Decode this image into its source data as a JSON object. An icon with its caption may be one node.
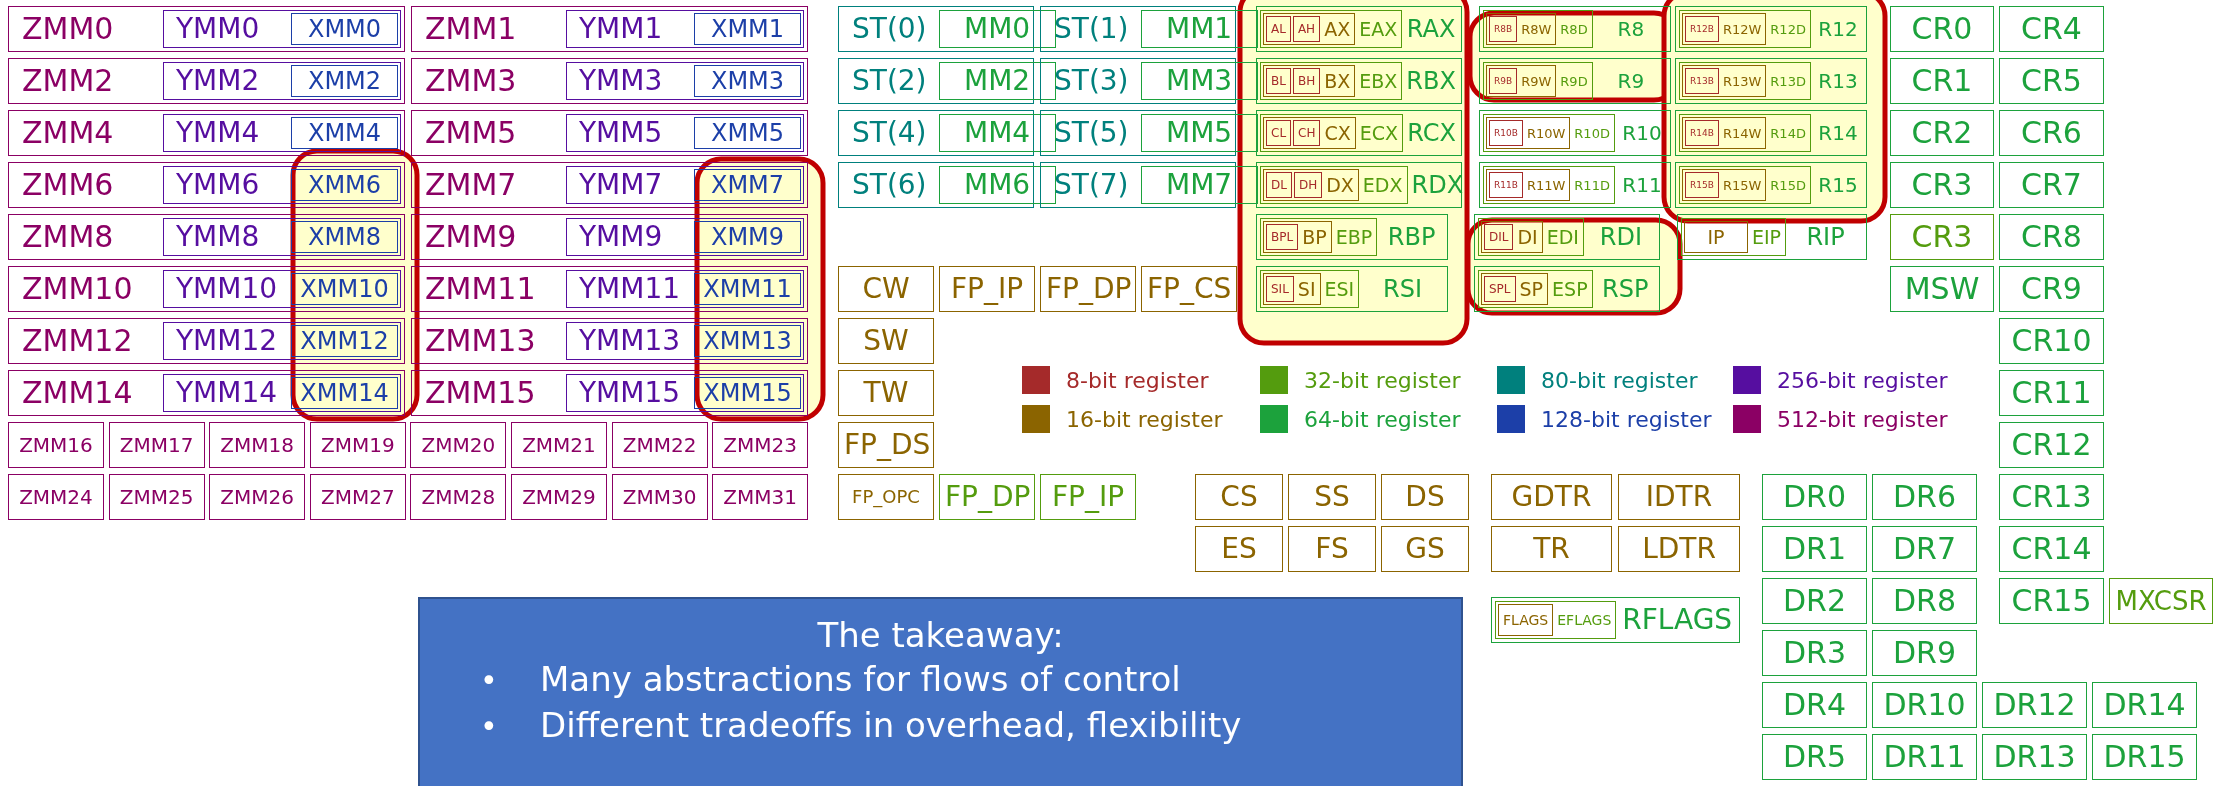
{
  "diagram": {
    "nodes": [
      {
        "text": [
          "ZMM0"
        ]
      },
      {
        "text": [
          "YMM0"
        ],
        "in": 0
      },
      {
        "text": [
          "XMM0"
        ],
        "in": 1
      },
      {
        "text": [
          "ZMM1"
        ]
      },
      {
        "text": [
          "YMM1"
        ],
        "in": 3
      },
      {
        "text": [
          "XMM1"
        ],
        "in": 4
      },
      {
        "text": [
          "ZMM2"
        ]
      },
      {
        "text": [
          "YMM2"
        ],
        "in": 6
      },
      {
        "text": [
          "XMM2"
        ],
        "in": 7
      },
      {
        "text": [
          "ZMM3"
        ]
      },
      {
        "text": [
          "YMM3"
        ],
        "in": 9
      },
      {
        "text": [
          "XMM3"
        ],
        "in": 10
      },
      {
        "text": [
          "ZMM4"
        ]
      },
      {
        "text": [
          "YMM4"
        ],
        "in": 12
      },
      {
        "text": [
          "XMM4"
        ],
        "in": 13
      },
      {
        "text": [
          "ZMM5"
        ]
      },
      {
        "text": [
          "YMM5"
        ],
        "in": 15
      },
      {
        "text": [
          "XMM5"
        ],
        "in": 16
      },
      {
        "text": [
          "ZMM6"
        ]
      },
      {
        "text": [
          "YMM6"
        ],
        "in": 18
      },
      {
        "text": [
          "XMM6"
        ],
        "in": 19
      },
      {
        "text": [
          "ZMM7"
        ]
      },
      {
        "text": [
          "YMM7"
        ],
        "in": 21
      },
      {
        "text": [
          "XMM7"
        ],
        "in": 22
      },
      {
        "text": [
          "ZMM8"
        ]
      },
      {
        "text": [
          "YMM8"
        ],
        "in": 24
      },
      {
        "text": [
          "XMM8"
        ],
        "in": 25
      },
      {
        "text": [
          "ZMM9"
        ]
      },
      {
        "text": [
          "YMM9"
        ],
        "in": 27
      },
      {
        "text": [
          "XMM9"
        ],
        "in": 28
      },
      {
        "text": [
          "ZMM10"
        ]
      },
      {
        "text": [
          "YMM10"
        ],
        "in": 30
      },
      {
        "text": [
          "XMM10"
        ],
        "in": 31
      },
      {
        "text": [
          "ZMM11"
        ]
      },
      {
        "text": [
          "YMM11"
        ],
        "in": 33
      },
      {
        "text": [
          "XMM11"
        ],
        "in": 34
      },
      {
        "text": [
          "ZMM12"
        ]
      },
      {
        "text": [
          "YMM12"
        ],
        "in": 36
      },
      {
        "text": [
          "XMM12"
        ],
        "in": 37
      },
      {
        "text": [
          "ZMM13"
        ]
      },
      {
        "text": [
          "YMM13"
        ],
        "in": 39
      },
      {
        "text": [
          "XMM13"
        ],
        "in": 40
      },
      {
        "text": [
          "ZMM14"
        ]
      },
      {
        "text": [
          "YMM14"
        ],
        "in": 42
      },
      {
        "text": [
          "XMM14"
        ],
        "in": 43
      },
      {
        "text": [
          "ZMM15"
        ]
      },
      {
        "text": [
          "YMM15"
        ],
        "in": 45
      },
      {
        "text": [
          "XMM15"
        ],
        "in": 46
      },
      {
        "text": [
          "ZMM16"
        ]
      },
      {
        "text": [
          "ZMM17"
        ]
      },
      {
        "text": [
          "ZMM18"
        ]
      },
      {
        "text": [
          "ZMM19"
        ]
      },
      {
        "text": [
          "ZMM20"
        ]
      },
      {
        "text": [
          "ZMM21"
        ]
      },
      {
        "text": [
          "ZMM22"
        ]
      },
      {
        "text": [
          "ZMM23"
        ]
      },
      {
        "text": [
          "ZMM24"
        ]
      },
      {
        "text": [
          "ZMM25"
        ]
      },
      {
        "text": [
          "ZMM26"
        ]
      },
      {
        "text": [
          "ZMM27"
        ]
      },
      {
        "text": [
          "ZMM28"
        ]
      },
      {
        "text": [
          "ZMM29"
        ]
      },
      {
        "text": [
          "ZMM30"
        ]
      },
      {
        "text": [
          "ZMM31"
        ]
      },
      {
        "text": [
          "ST(0)"
        ]
      },
      {
        "text": [
          "MM0"
        ],
        "in": 64
      },
      {
        "text": [
          "ST(1)"
        ]
      },
      {
        "text": [
          "MM1"
        ],
        "in": 66
      },
      {
        "text": [
          "ST(2)"
        ]
      },
      {
        "text": [
          "MM2"
        ],
        "in": 68
      },
      {
        "text": [
          "ST(3)"
        ]
      },
      {
        "text": [
          "MM3"
        ],
        "in": 70
      },
      {
        "text": [
          "ST(4)"
        ]
      },
      {
        "text": [
          "MM4"
        ],
        "in": 72
      },
      {
        "text": [
          "ST(5)"
        ]
      },
      {
        "text": [
          "MM5"
        ],
        "in": 74
      },
      {
        "text": [
          "ST(6)"
        ]
      },
      {
        "text": [
          "MM6"
        ],
        "in": 76
      },
      {
        "text": [
          "ST(7)"
        ]
      },
      {
        "text": [
          "MM7"
        ],
        "in": 78
      },
      {
        "text": [
          "RAX"
        ]
      },
      {
        "text": [
          "EAX"
        ],
        "in": 80
      },
      {
        "text": [
          "AX"
        ],
        "in": 81
      },
      {
        "text": [
          "AL"
        ],
        "in": 82
      },
      {
        "text": [
          "AH"
        ],
        "in": 82
      },
      {
        "text": [
          "RBX"
        ]
      },
      {
        "text": [
          "EBX"
        ],
        "in": 85
      },
      {
        "text": [
          "BX"
        ],
        "in": 86
      },
      {
        "text": [
          "BL"
        ],
        "in": 87
      },
      {
        "text": [
          "BH"
        ],
        "in": 87
      },
      {
        "text": [
          "RCX"
        ]
      },
      {
        "text": [
          "ECX"
        ],
        "in": 90
      },
      {
        "text": [
          "CX"
        ],
        "in": 91
      },
      {
        "text": [
          "CL"
        ],
        "in": 92
      },
      {
        "text": [
          "CH"
        ],
        "in": 92
      },
      {
        "text": [
          "RDX"
        ]
      },
      {
        "text": [
          "EDX"
        ],
        "in": 95
      },
      {
        "text": [
          "DX"
        ],
        "in": 96
      },
      {
        "text": [
          "DL"
        ],
        "in": 97
      },
      {
        "text": [
          "DH"
        ],
        "in": 97
      },
      {
        "text": [
          "RBP"
        ]
      },
      {
        "text": [
          "EBP"
        ],
        "in": 100
      },
      {
        "text": [
          "BP"
        ],
        "in": 101
      },
      {
        "text": [
          "BPL"
        ],
        "in": 102
      },
      {
        "text": [
          "RSI"
        ]
      },
      {
        "text": [
          "ESI"
        ],
        "in": 104
      },
      {
        "text": [
          "SI"
        ],
        "in": 105
      },
      {
        "text": [
          "SIL"
        ],
        "in": 106
      },
      {
        "text": [
          "R8"
        ]
      },
      {
        "text": [
          "R8D"
        ],
        "in": 108
      },
      {
        "text": [
          "R8W"
        ],
        "in": 109
      },
      {
        "text": [
          "R8B"
        ],
        "in": 110
      },
      {
        "text": [
          "R9"
        ]
      },
      {
        "text": [
          "R9D"
        ],
        "in": 112
      },
      {
        "text": [
          "R9W"
        ],
        "in": 113
      },
      {
        "text": [
          "R9B"
        ],
        "in": 114
      },
      {
        "text": [
          "R10"
        ]
      },
      {
        "text": [
          "R10D"
        ],
        "in": 116
      },
      {
        "text": [
          "R10W"
        ],
        "in": 117
      },
      {
        "text": [
          "R10B"
        ],
        "in": 118
      },
      {
        "text": [
          "R11"
        ]
      },
      {
        "text": [
          "R11D"
        ],
        "in": 120
      },
      {
        "text": [
          "R11W"
        ],
        "in": 121
      },
      {
        "text": [
          "R11B"
        ],
        "in": 122
      },
      {
        "text": [
          "RDI"
        ]
      },
      {
        "text": [
          "EDI"
        ],
        "in": 124
      },
      {
        "text": [
          "DI"
        ],
        "in": 125
      },
      {
        "text": [
          "DIL"
        ],
        "in": 126
      },
      {
        "text": [
          "RSP"
        ]
      },
      {
        "text": [
          "ESP"
        ],
        "in": 128
      },
      {
        "text": [
          "SP"
        ],
        "in": 129
      },
      {
        "text": [
          "SPL"
        ],
        "in": 130
      },
      {
        "text": [
          "R12"
        ]
      },
      {
        "text": [
          "R12D"
        ],
        "in": 132
      },
      {
        "text": [
          "R12W"
        ],
        "in": 133
      },
      {
        "text": [
          "R12B"
        ],
        "in": 134
      },
      {
        "text": [
          "R13"
        ]
      },
      {
        "text": [
          "R13D"
        ],
        "in": 136
      },
      {
        "text": [
          "R13W"
        ],
        "in": 137
      },
      {
        "text": [
          "R13B"
        ],
        "in": 138
      },
      {
        "text": [
          "R14"
        ]
      },
      {
        "text": [
          "R14D"
        ],
        "in": 140
      },
      {
        "text": [
          "R14W"
        ],
        "in": 141
      },
      {
        "text": [
          "R14B"
        ],
        "in": 142
      },
      {
        "text": [
          "R15"
        ]
      },
      {
        "text": [
          "R15D"
        ],
        "in": 144
      },
      {
        "text": [
          "R15W"
        ],
        "in": 145
      },
      {
        "text": [
          "R15B"
        ],
        "in": 146
      },
      {
        "text": [
          "RIP"
        ]
      },
      {
        "text": [
          "EIP"
        ],
        "in": 148
      },
      {
        "text": [
          "IP"
        ],
        "in": 149
      },
      {
        "text": [
          "CR0"
        ]
      },
      {
        "text": [
          "CR1"
        ]
      },
      {
        "text": [
          "CR2"
        ]
      },
      {
        "text": [
          "CR3"
        ]
      },
      {
        "text": [
          "CR3"
        ]
      },
      {
        "text": [
          "MSW"
        ]
      },
      {
        "text": [
          "CR4"
        ]
      },
      {
        "text": [
          "CR5"
        ]
      },
      {
        "text": [
          "CR6"
        ]
      },
      {
        "text": [
          "CR7"
        ]
      },
      {
        "text": [
          "CR8"
        ]
      },
      {
        "text": [
          "CR9"
        ]
      },
      {
        "text": [
          "CR10"
        ]
      },
      {
        "text": [
          "CR11"
        ]
      },
      {
        "text": [
          "CR12"
        ]
      },
      {
        "text": [
          "CR13"
        ]
      },
      {
        "text": [
          "CR14"
        ]
      },
      {
        "text": [
          "CR15"
        ]
      },
      {
        "text": [
          "MXCSR"
        ]
      },
      {
        "text": [
          "CW"
        ]
      },
      {
        "text": [
          "FP_IP"
        ]
      },
      {
        "text": [
          "FP_DP"
        ]
      },
      {
        "text": [
          "FP_CS"
        ]
      },
      {
        "text": [
          "SW"
        ]
      },
      {
        "text": [
          "TW"
        ]
      },
      {
        "text": [
          "FP_DS"
        ]
      },
      {
        "text": [
          "FP_OPC"
        ]
      },
      {
        "text": [
          "FP_DP"
        ]
      },
      {
        "text": [
          "FP_IP"
        ]
      },
      {
        "text": [
          "CS"
        ]
      },
      {
        "text": [
          "SS"
        ]
      },
      {
        "text": [
          "DS"
        ]
      },
      {
        "text": [
          "ES"
        ]
      },
      {
        "text": [
          "FS"
        ]
      },
      {
        "text": [
          "GS"
        ]
      },
      {
        "text": [
          "GDTR"
        ]
      },
      {
        "text": [
          "IDTR"
        ]
      },
      {
        "text": [
          "TR"
        ]
      },
      {
        "text": [
          "LDTR"
        ]
      },
      {
        "text": [
          "RFLAGS"
        ]
      },
      {
        "text": [
          "EFLAGS"
        ],
        "in": 190
      },
      {
        "text": [
          "FLAGS"
        ],
        "in": 191
      },
      {
        "text": [
          "DR0"
        ]
      },
      {
        "text": [
          "DR1"
        ]
      },
      {
        "text": [
          "DR2"
        ]
      },
      {
        "text": [
          "DR3"
        ]
      },
      {
        "text": [
          "DR4"
        ]
      },
      {
        "text": [
          "DR5"
        ]
      },
      {
        "text": [
          "DR6"
        ]
      },
      {
        "text": [
          "DR7"
        ]
      },
      {
        "text": [
          "DR8"
        ]
      },
      {
        "text": [
          "DR9"
        ]
      },
      {
        "text": [
          "DR10"
        ]
      },
      {
        "text": [
          "DR11"
        ]
      },
      {
        "text": [
          "DR12"
        ]
      },
      {
        "text": [
          "DR13"
        ]
      },
      {
        "text": [
          "DR14"
        ]
      },
      {
        "text": [
          "DR15"
        ]
      },
      {
        "text": [
          "The takeaway:",
          "•",
          "Many abstractions for flows of control",
          "•",
          "Different tradeoffs in overhead, flexibility"
        ]
      }
    ],
    "legend": [
      {
        "text": "8-bit register",
        "color": "#a52a2a"
      },
      {
        "text": "32-bit register",
        "color": "#549c0e"
      },
      {
        "text": "80-bit register",
        "color": "#00807d"
      },
      {
        "text": "256-bit register",
        "color": "#560ea0"
      },
      {
        "text": "16-bit register",
        "color": "#8b6400"
      },
      {
        "text": "64-bit register",
        "color": "#1ca23c"
      },
      {
        "text": "128-bit register",
        "color": "#1c3fa8"
      },
      {
        "text": "512-bit register",
        "color": "#8b0064"
      }
    ]
  }
}
